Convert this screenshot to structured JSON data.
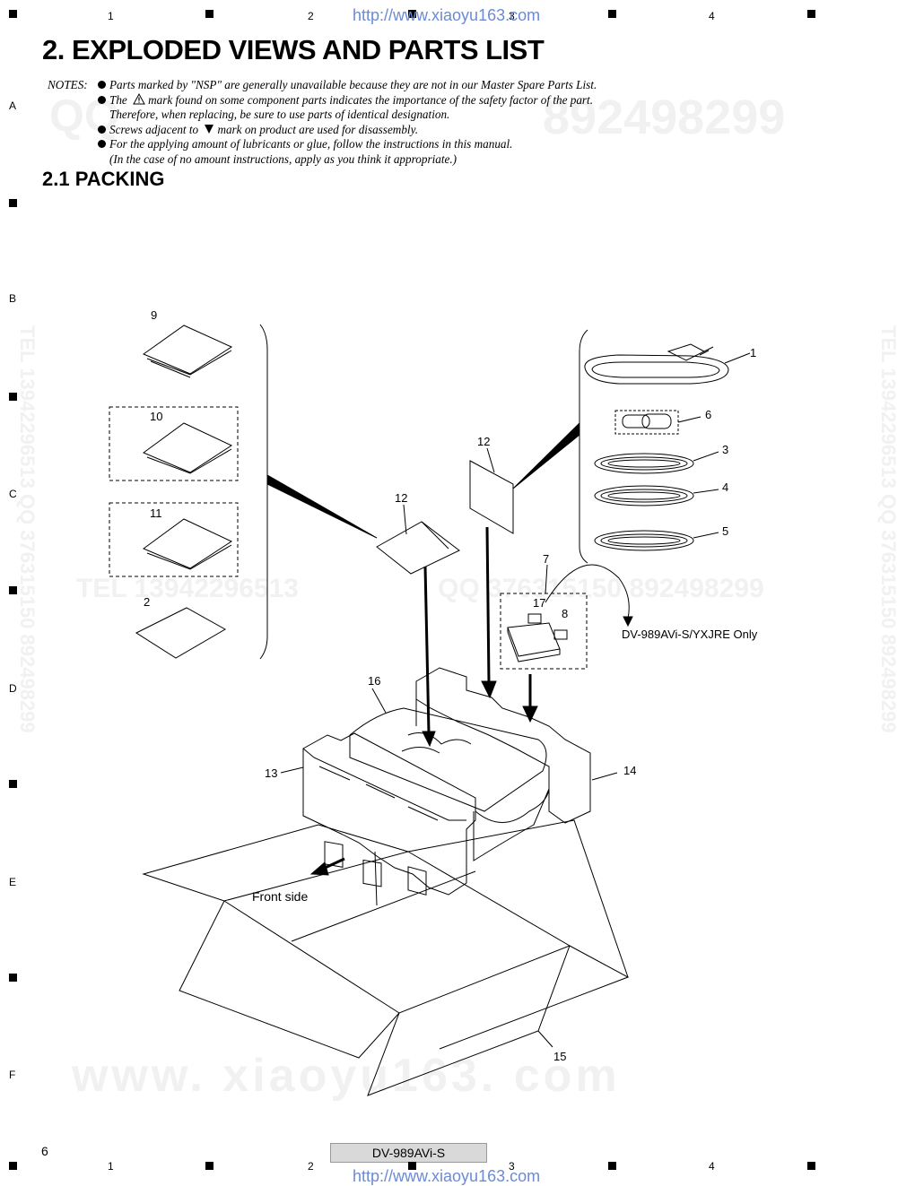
{
  "header": {
    "url": "http://www.xiaoyu163.com",
    "columns": [
      "1",
      "2",
      "3",
      "4"
    ]
  },
  "rows": [
    "A",
    "B",
    "C",
    "D",
    "E",
    "F"
  ],
  "title": "2. EXPLODED VIEWS AND PARTS LIST",
  "notes": {
    "label": "NOTES:",
    "items": [
      "Parts marked by \"NSP\" are generally unavailable because they are not in our Master Spare Parts List.",
      "The",
      "mark found on some component parts indicates the importance of the safety factor of the part.",
      "Therefore, when replacing, be sure to use parts of identical designation.",
      "Screws adjacent to",
      "mark on product are used for disassembly.",
      "For the applying amount of lubricants or glue, follow the instructions in this manual.",
      "(In the case of no amount instructions, apply as you think it appropriate.)"
    ]
  },
  "section": "2.1  PACKING",
  "diagram": {
    "labels": {
      "n1": "1",
      "n2": "2",
      "n3": "3",
      "n4": "4",
      "n5": "5",
      "n6": "6",
      "n7": "7",
      "n8": "8",
      "n9": "9",
      "n10": "10",
      "n11": "11",
      "n12a": "12",
      "n12b": "12",
      "n13": "13",
      "n14": "14",
      "n15": "15",
      "n16": "16",
      "n17": "17"
    },
    "model_note": "DV-989AVi-S/YXJRE Only",
    "front_side": "Front side"
  },
  "watermarks": {
    "qq": "QQ",
    "qq_num": "892498299",
    "tel_line": "TEL  13942296513",
    "qq_line": "QQ  376315150  892498299",
    "bottom": "www. xiaoyu163. com",
    "side": "TEL 13942296513  QQ 376315150  892498299"
  },
  "footer": {
    "page": "6",
    "model": "DV-989AVi-S",
    "url": "http://www.xiaoyu163.com"
  }
}
